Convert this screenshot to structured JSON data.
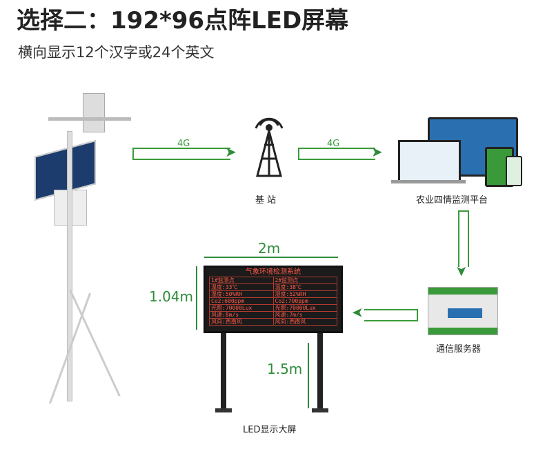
{
  "title": "选择二：192*96点阵LED屏幕",
  "subtitle": "横向显示12个汉字或24个英文",
  "links": [
    "4G",
    "4G"
  ],
  "nodes": {
    "station": "基 站",
    "platform": "农业四情监测平台",
    "server": "通信服务器",
    "screen": "LED显示大屏"
  },
  "dimensions": {
    "width": "2m",
    "height": "1.04m",
    "pole": "1.5m"
  },
  "led": {
    "title": "气象环境检测系统",
    "rows": [
      [
        "1#监测点",
        "2#监测点"
      ],
      [
        "温度:33℃",
        "温度:38℃"
      ],
      [
        "湿度:50%RH",
        "湿度:52%RH"
      ],
      [
        "Co2:600ppm",
        "Co2:700ppm"
      ],
      [
        "光照:70000Lux",
        "光照:70000Lux"
      ],
      [
        "风速:8m/s",
        "风速:7m/s"
      ],
      [
        "风向:西南风",
        "风向:西南风"
      ]
    ]
  },
  "colors": {
    "accent": "#3a9a3a",
    "led_text": "#ff5a4a"
  }
}
